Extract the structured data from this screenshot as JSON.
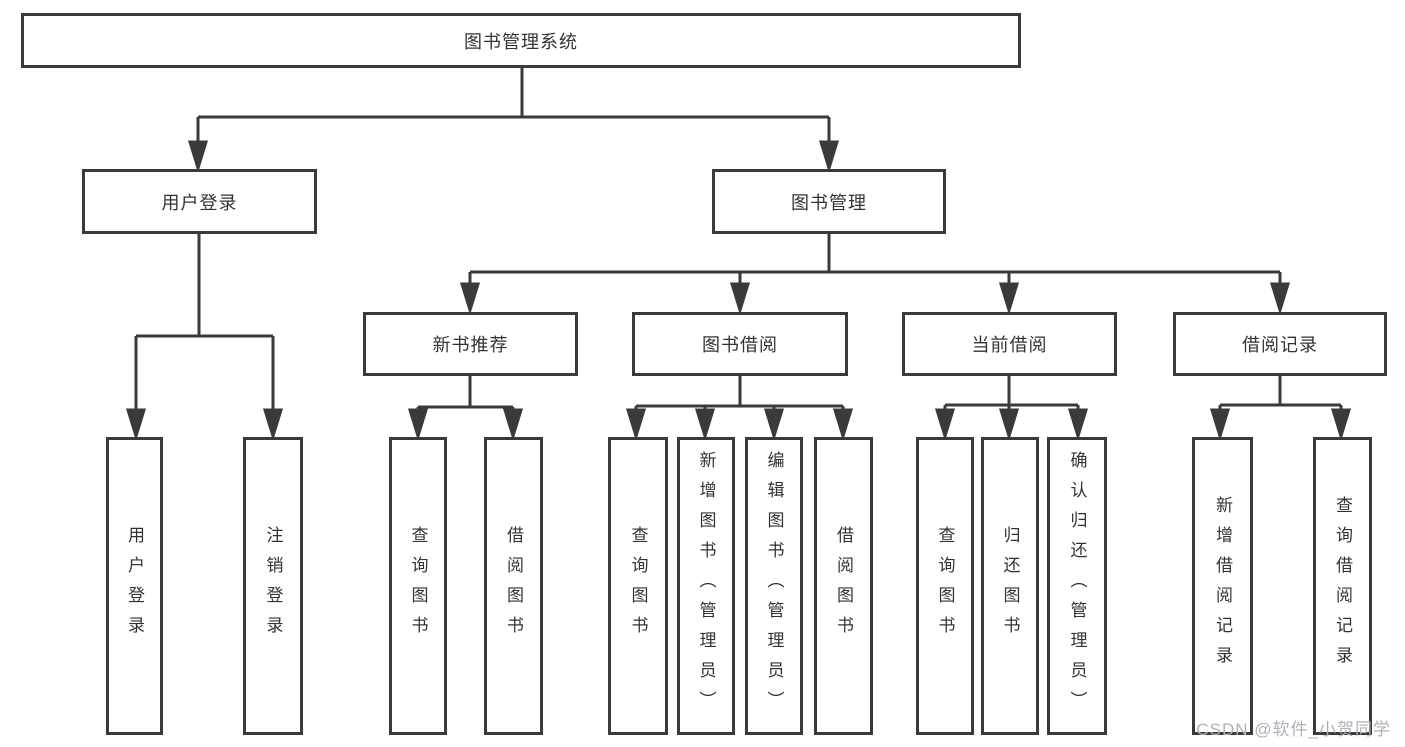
{
  "diagram": {
    "tree": {
      "label": "图书管理系统",
      "children": [
        {
          "label": "用户登录",
          "children": [
            {
              "label": "用户登录"
            },
            {
              "label": "注销登录"
            }
          ]
        },
        {
          "label": "图书管理",
          "children": [
            {
              "label": "新书推荐",
              "children": [
                {
                  "label": "查询图书"
                },
                {
                  "label": "借阅图书"
                }
              ]
            },
            {
              "label": "图书借阅",
              "children": [
                {
                  "label": "查询图书"
                },
                {
                  "label": "新增图书（管理员）"
                },
                {
                  "label": "编辑图书（管理员）"
                },
                {
                  "label": "借阅图书"
                }
              ]
            },
            {
              "label": "当前借阅",
              "children": [
                {
                  "label": "查询图书"
                },
                {
                  "label": "归还图书"
                },
                {
                  "label": "确认归还（管理员）"
                }
              ]
            },
            {
              "label": "借阅记录",
              "children": [
                {
                  "label": "新增借阅记录"
                },
                {
                  "label": "查询借阅记录"
                }
              ]
            }
          ]
        }
      ]
    },
    "watermark": "CSDN @软件_小贺同学",
    "colors": {
      "line": "#3a3a3a",
      "text": "#333333",
      "watermark": "#adb1b8",
      "background": "#ffffff"
    }
  }
}
